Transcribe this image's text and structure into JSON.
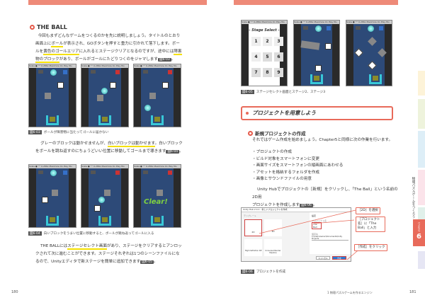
{
  "left": {
    "heading": "THE BALL",
    "p1": [
      "今回もまずどんなゲームをつくるのかを先に説明しましょう。タイトルのとおり",
      "画面上に",
      "ボール",
      "が表示され、GOボタンを押すと重力に引かれて落下します。ボー",
      "ルを",
      "黄色のゴールエリア",
      "に入れるとステージクリアとなるのですが、途中には",
      "障害",
      "物のブロック",
      "があり、ボールがゴールにたどりつくのをジャマします",
      "図6-03",
      "。"
    ],
    "shot_toolbar": "Scale ● ── 0.286x  Maximize On Play  Mu",
    "cap1_label": "図6-03",
    "cap1": "ボールが障害物に当たってゴールに届かない",
    "p2": [
      "グレーのブロックは動かせませんが、",
      "白いブロックは動かせます",
      "。白いブロック",
      "をボールを跳ね返すのにちょうどいい位置に移動してゴールまで導きます",
      "図6-04",
      "。"
    ],
    "clear_text": "Clear!",
    "cap2_label": "図6-04",
    "cap2": "白いブロックをうまい位置に移動すると、ボールが跳ね返ってゴールに入る",
    "p3": [
      "THE BALLには",
      "ステージセレクト画面",
      "があり、ステージをクリアするとアンロッ",
      "クされて次に進むことができます。ステージそれぞれは1つのシーンファイルにな",
      "るので、Unityエディタで新ステージを簡単に追加できます",
      "図6-05",
      "。"
    ],
    "page_number": "180"
  },
  "right": {
    "stage_select_title": "- Stage Select -",
    "stage_numbers": [
      "1",
      "2",
      "3",
      "4",
      "5",
      "6",
      "7",
      "8",
      "9"
    ],
    "cap3_label": "図6-05",
    "cap3": "ステージセレクト画面とステージ2、ステージ3",
    "section_title": "プロジェクトを用意しよう",
    "subheading": "新規プロジェクトの作成",
    "p4": "それではゲーム作成を始めましょう。Chapter5と同様に次の作業を行います。",
    "bullets": [
      "プロジェクトの作成",
      "ビルド対象をスマートフォンに変更",
      "画面サイズをスマートフォンの縦画面にあわせる",
      "アセットを格納するフォルダを作成",
      "画像とサウンドファイルの用意"
    ],
    "p5": [
      "Unity Hubでプロジェクトの［新規］をクリックし、「The Ball」という名前の2D用",
      "プロジェクトを作成します",
      "図6-06",
      "。"
    ],
    "dialog": {
      "title": "Unity Hub 2.4.1 - 新しいプロジェクトを作成",
      "templates_label": "テンプレート",
      "tpl": [
        "2D",
        "3D",
        "High Definition RP",
        "Universal Render Pipeline"
      ],
      "settings_label": "設定",
      "name_label": "プロジェクト名",
      "name_value": "The Ball",
      "location_label": "保存先",
      "location_value": "C:\\Users\\owner\\Documents\\Unity Projects",
      "cancel": "キャンセル",
      "create": "作成"
    },
    "callouts": [
      "［2D］を選択",
      "［プロジェクト名］に「The Ball」と入力",
      "［作成］をクリック"
    ],
    "cap4_label": "図6-06",
    "cap4": "プロジェクトを作成",
    "running_title": "1 物理パズルゲームを作るエンジン",
    "page_number": "181",
    "side_tab_text": "物理パズルゲームをつくろう",
    "chapter_label": "Chapter",
    "chapter_number": "6"
  },
  "colors": {
    "accent": "#e86a5a",
    "highlight": "#f5e000",
    "stage_bg": "#2d4a78"
  }
}
